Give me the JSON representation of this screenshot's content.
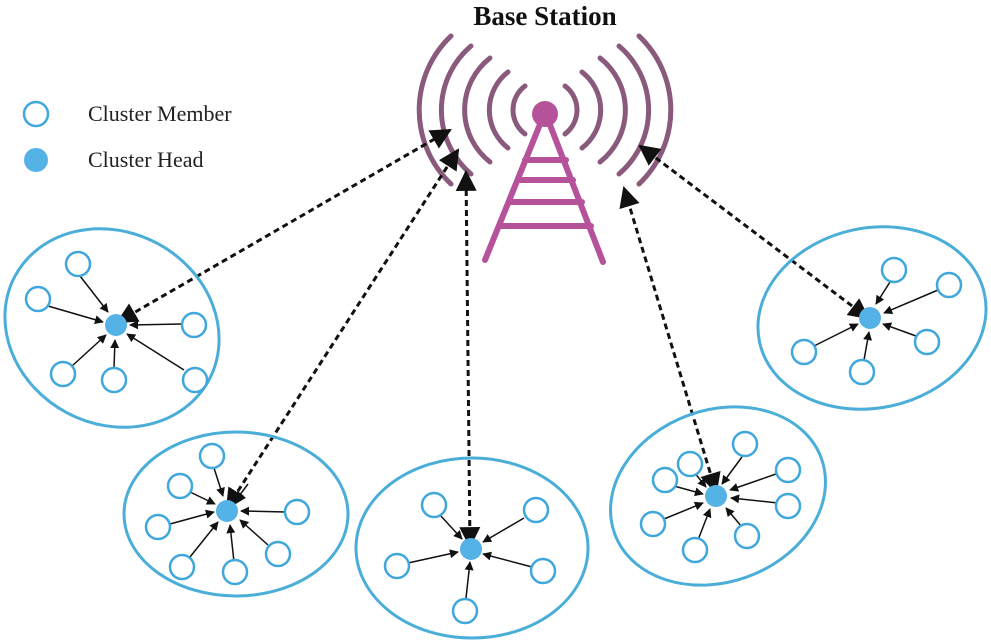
{
  "title": "Base Station",
  "legend": {
    "member_label": "Cluster Member",
    "head_label": "Cluster Head"
  },
  "colors": {
    "cluster_outline": "#4aaed9",
    "member_stroke": "#3fa7dc",
    "head_fill": "#55b2e6",
    "tower": "#b5529a",
    "waves": "#8a5a7c",
    "arrows": "#111111"
  },
  "icons": {
    "tower": "radio-tower-icon"
  }
}
